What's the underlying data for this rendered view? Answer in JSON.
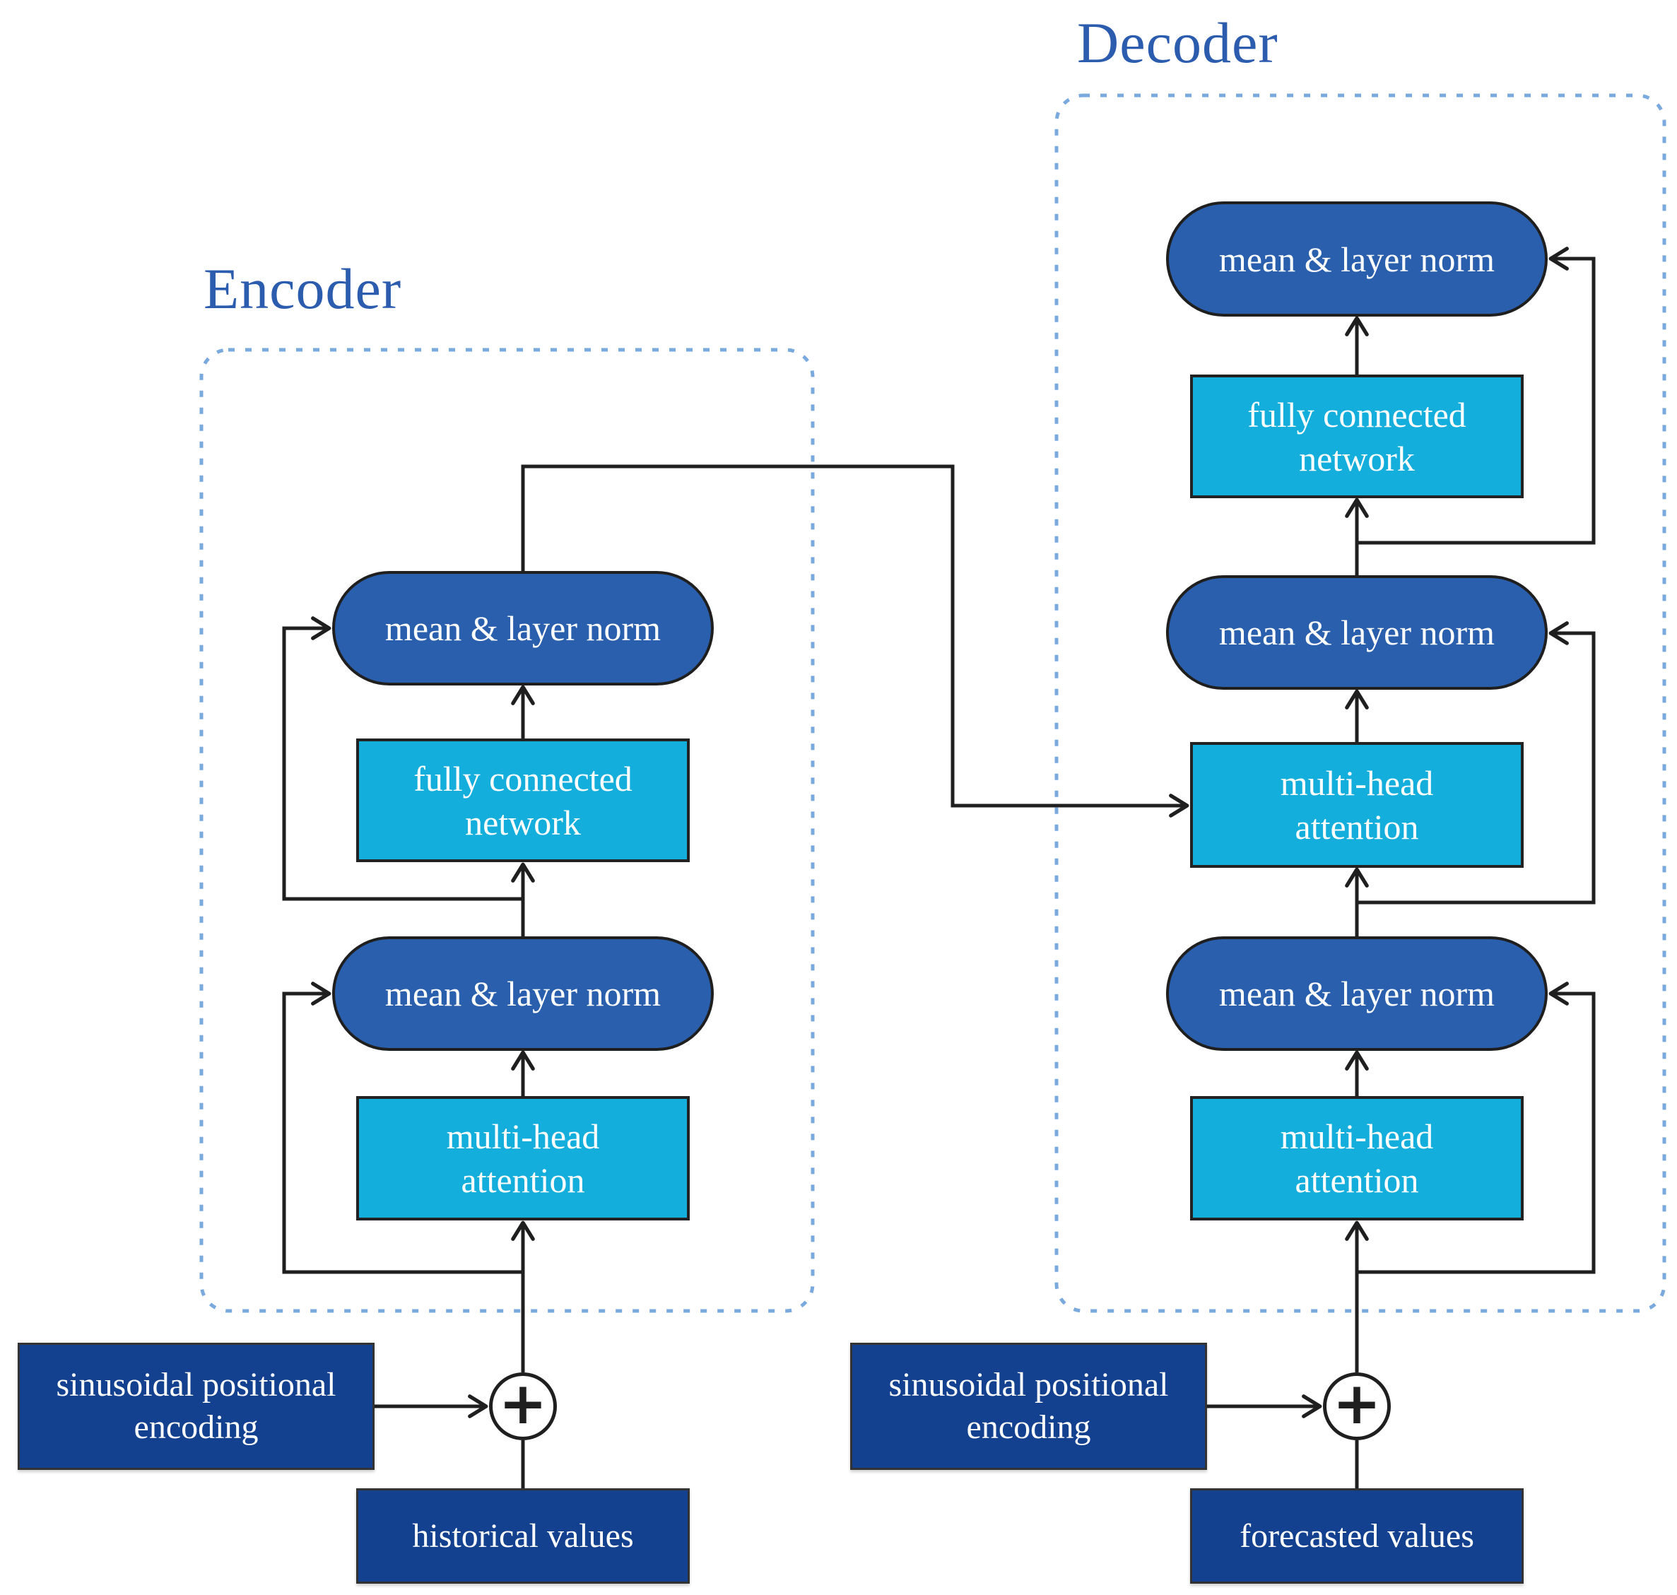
{
  "titles": {
    "encoder": "Encoder",
    "decoder": "Decoder"
  },
  "colors": {
    "background": "#ffffff",
    "navy_box": "#14418f",
    "pill_blue": "#2a5fae",
    "cyan_box": "#14aedd",
    "dashed_border": "#7aa9dd",
    "title_text": "#2b5cad",
    "connector": "#1f1f1f",
    "label_text": "#ffffff"
  },
  "encoder": {
    "norm_top": "mean & layer norm",
    "ffn": "fully connected network",
    "norm_mid": "mean & layer norm",
    "attention": "multi-head attention",
    "positional": "sinusoidal positional encoding",
    "values": "historical values",
    "plus": "+"
  },
  "decoder": {
    "norm_top": "mean & layer norm",
    "ffn": "fully connected network",
    "norm_mid": "mean & layer norm",
    "attention_mid": "multi-head attention",
    "norm_bottom": "mean & layer norm",
    "attention_bottom": "multi-head attention",
    "positional": "sinusoidal positional encoding",
    "values": "forecasted values",
    "plus": "+"
  }
}
